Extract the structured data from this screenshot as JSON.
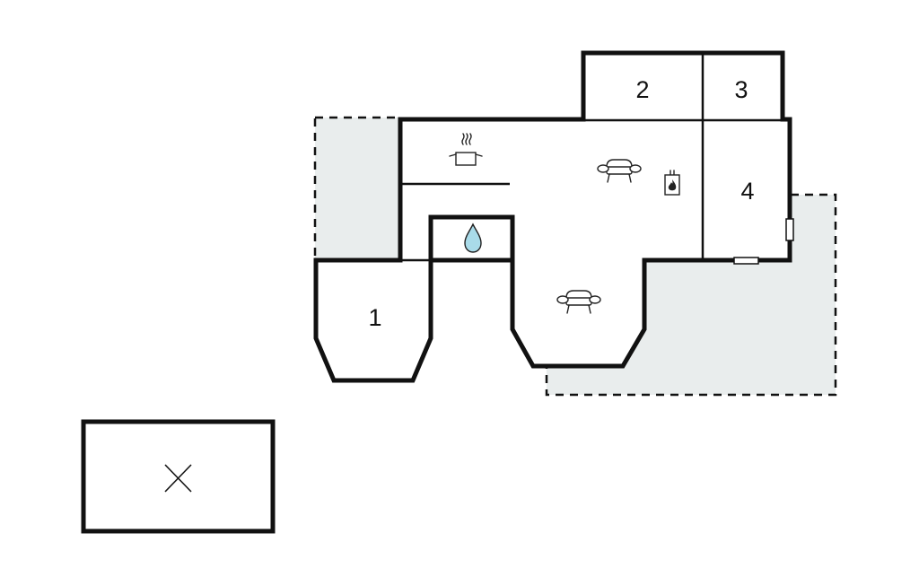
{
  "colors": {
    "wall": "#111111",
    "terrace_fill": "#e9eded",
    "water_drop": "#a9dbe9",
    "background": "#ffffff"
  },
  "rooms": {
    "room_1": "1",
    "room_2": "2",
    "room_3": "3",
    "room_4": "4"
  },
  "icons": {
    "kitchen": "cooking-pot-icon",
    "bathroom": "water-drop-icon",
    "fireplace": "fireplace-icon",
    "living_upper": "sofa-icon",
    "living_lower": "sofa-icon",
    "detached_building": "x-mark-icon"
  }
}
